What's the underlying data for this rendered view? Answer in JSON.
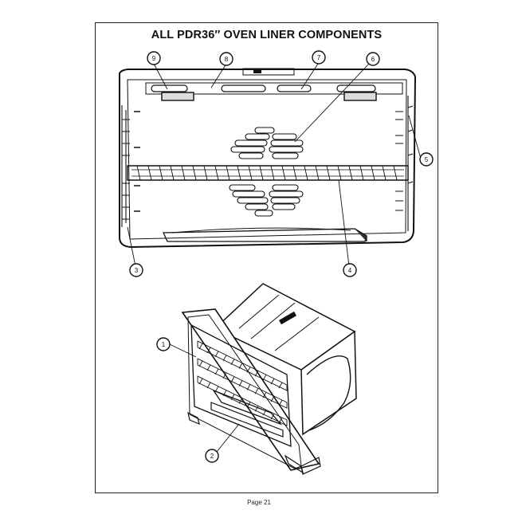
{
  "title": "ALL PDR36″ OVEN LINER COMPONENTS",
  "footer": "Page 21",
  "callouts": [
    "1",
    "2",
    "3",
    "4",
    "5",
    "6",
    "7",
    "8",
    "9"
  ]
}
